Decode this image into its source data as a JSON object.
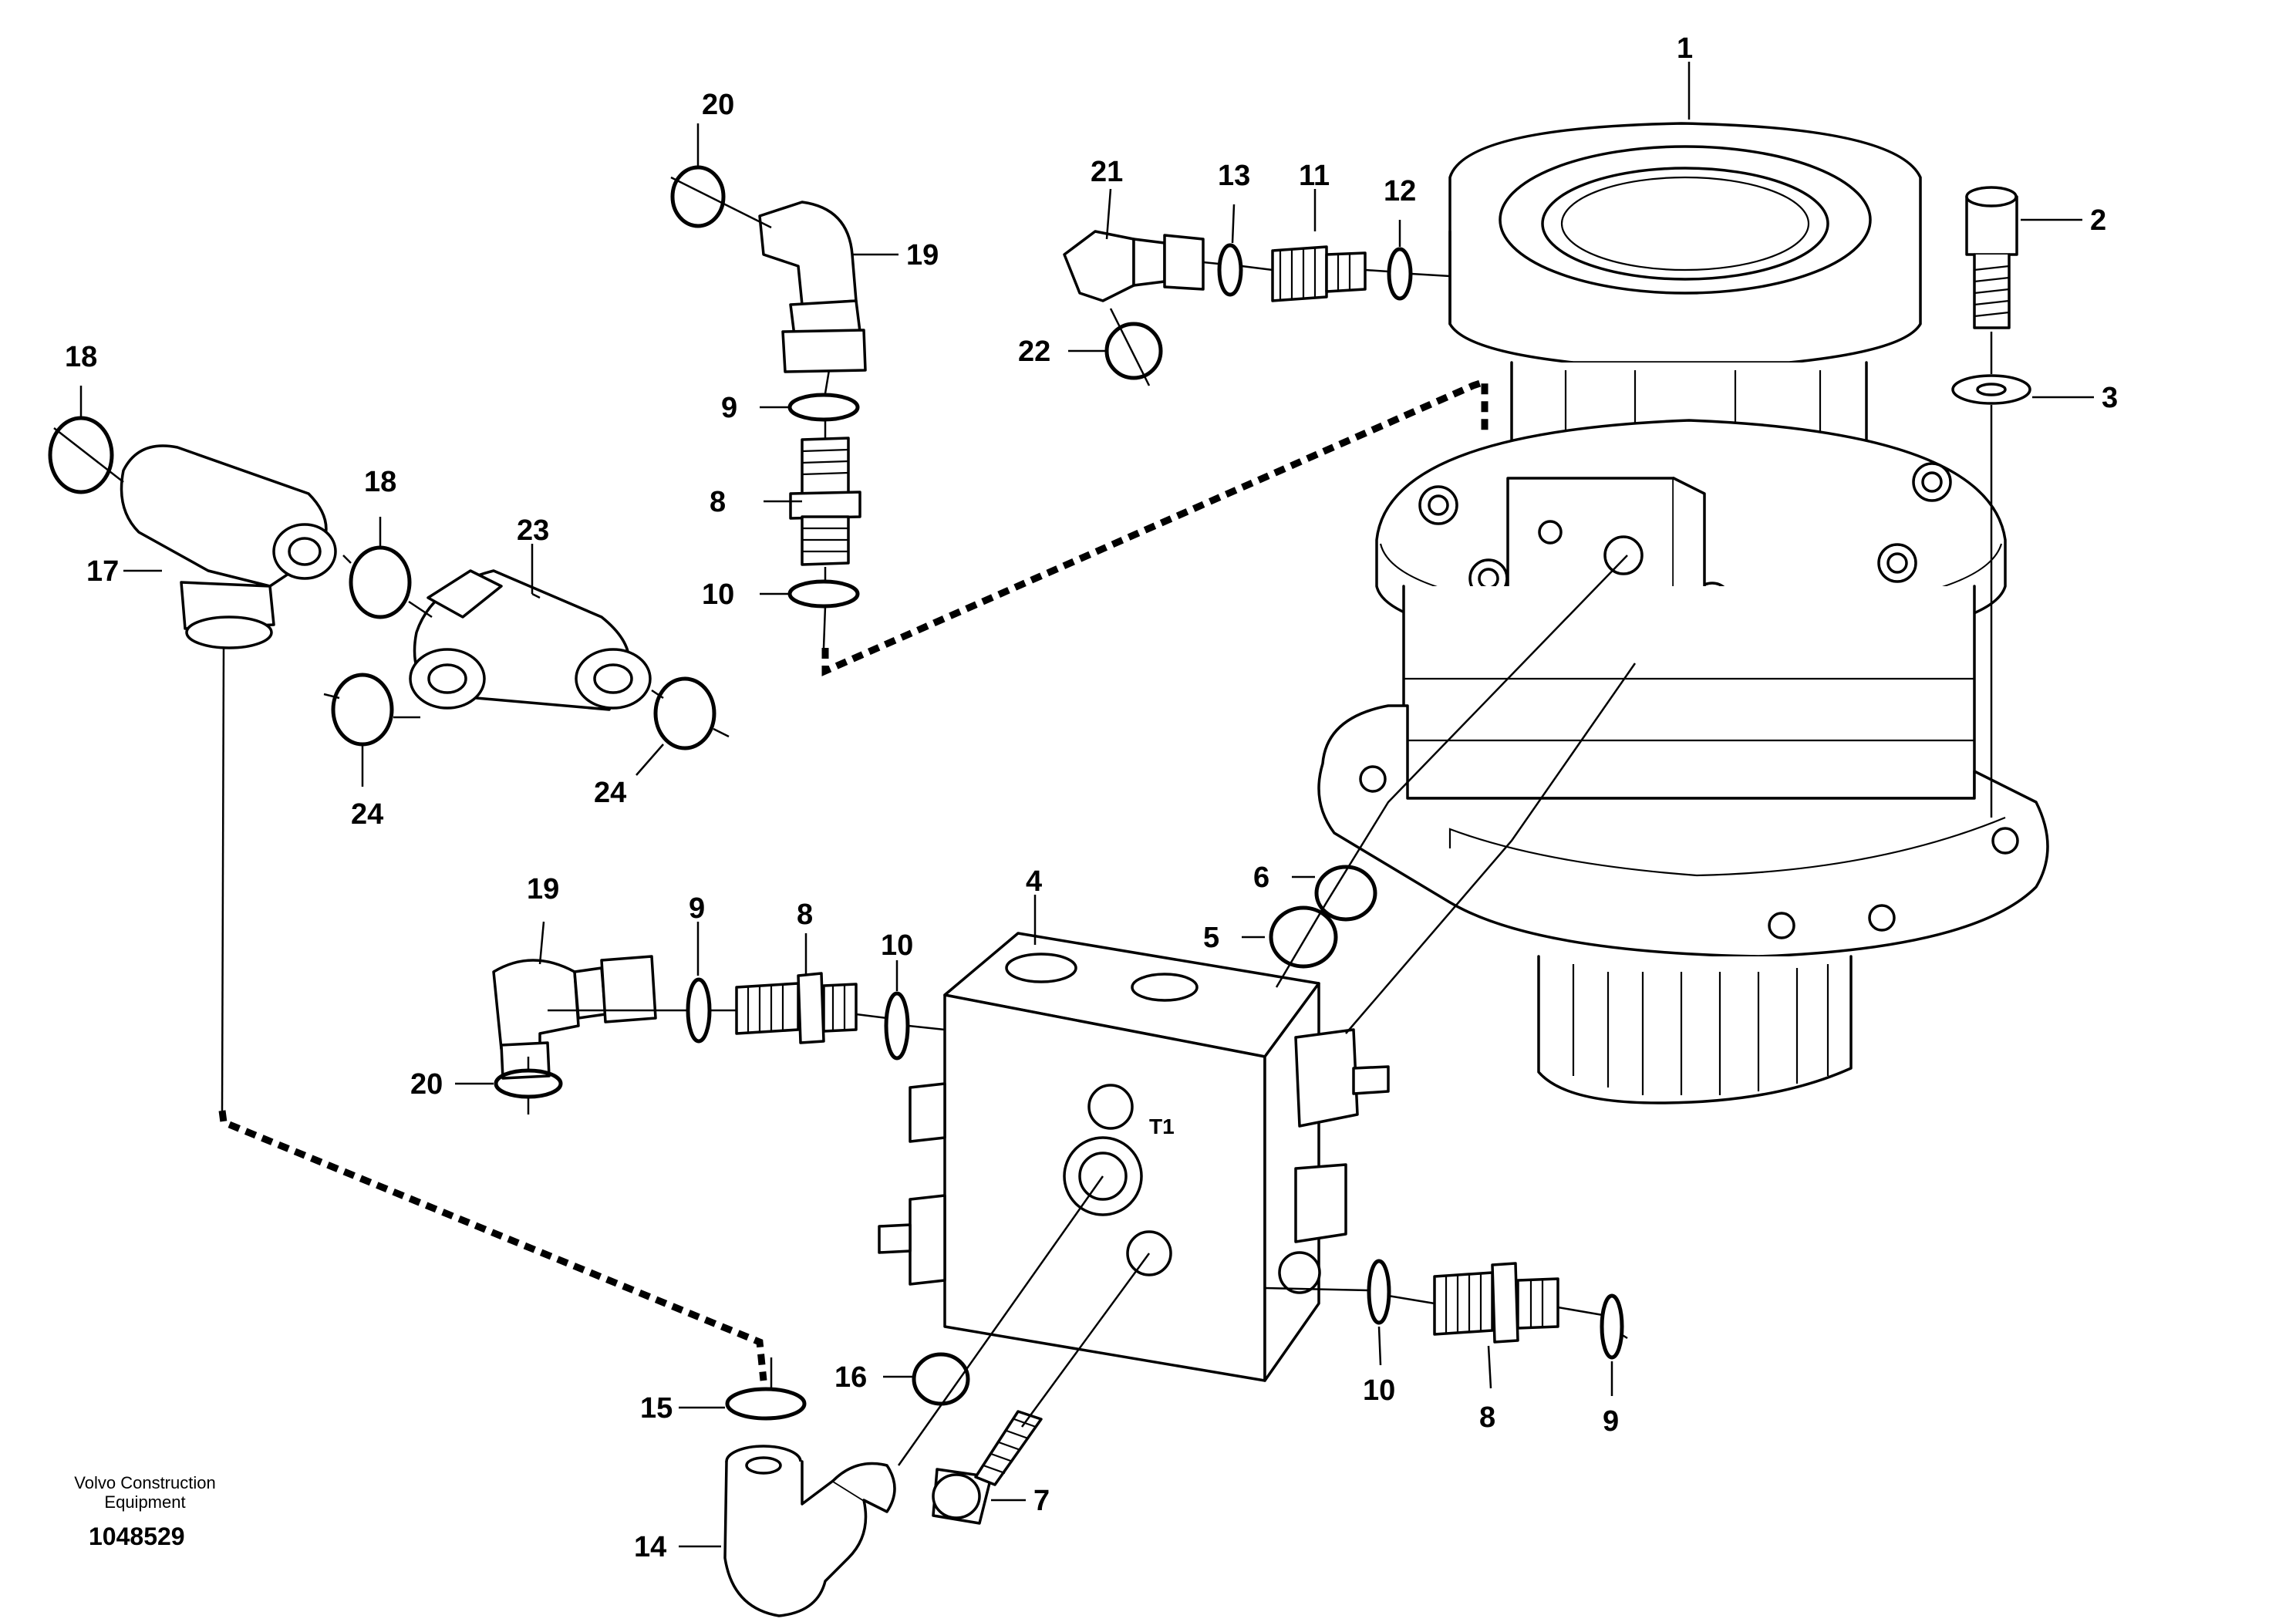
{
  "diagram": {
    "caption_line1": "Volvo Construction",
    "caption_line2": "Equipment",
    "document_number": "1048529",
    "port_label": "T1"
  },
  "callouts": [
    "1",
    "2",
    "3",
    "4",
    "5",
    "6",
    "7",
    "8",
    "9",
    "10",
    "11",
    "12",
    "13",
    "14",
    "15",
    "16",
    "17",
    "18",
    "19",
    "20",
    "21",
    "22",
    "23",
    "24"
  ]
}
